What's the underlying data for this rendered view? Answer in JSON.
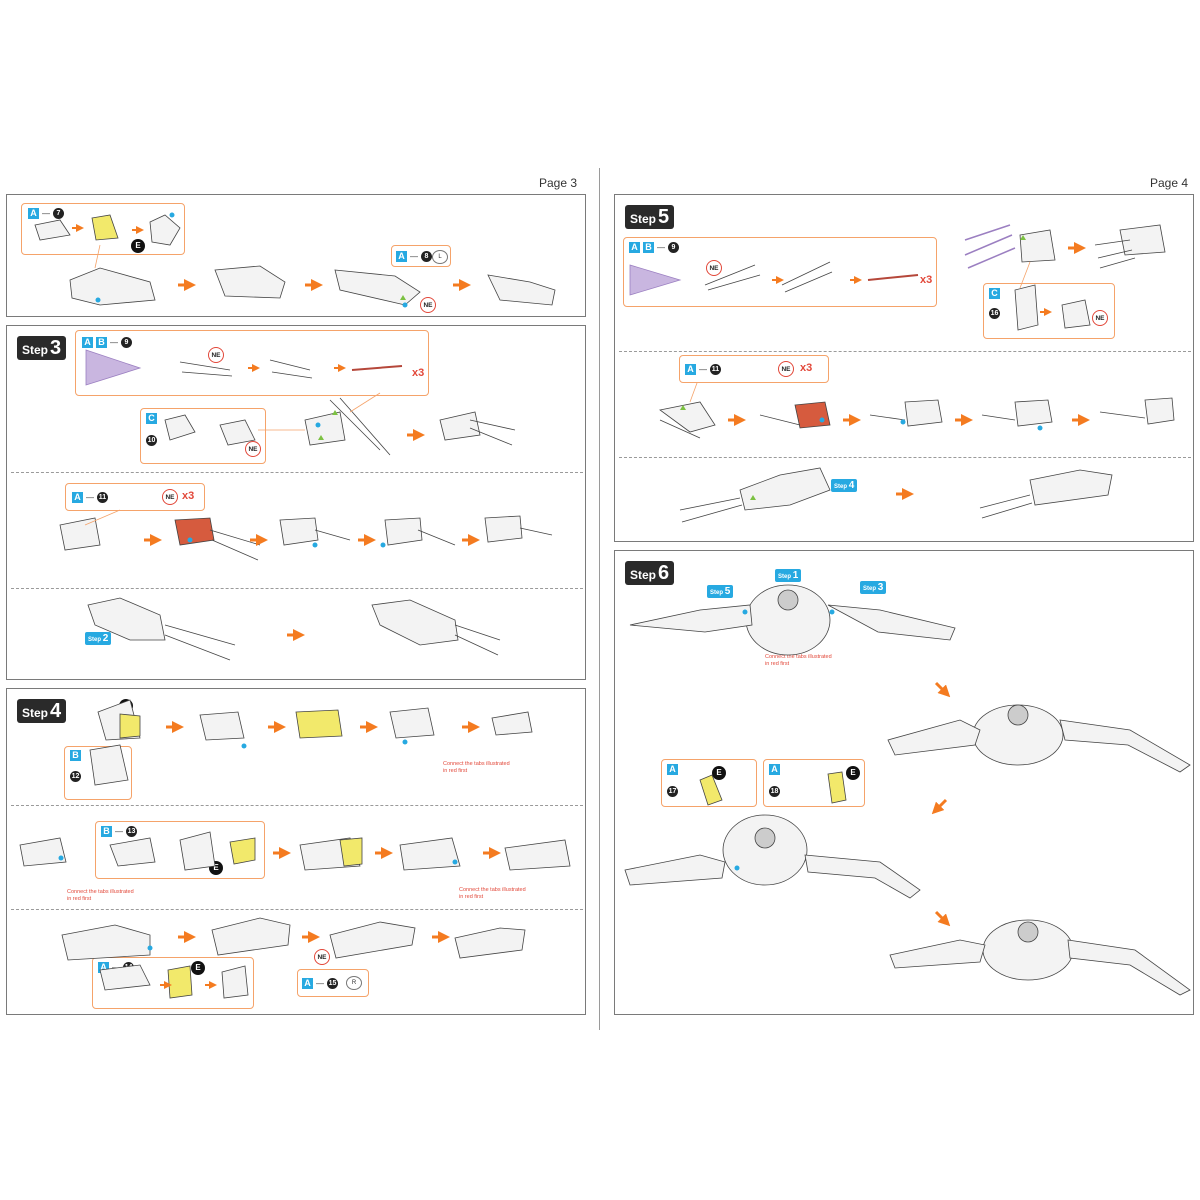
{
  "pages": {
    "left": "Page 3",
    "right": "Page 4"
  },
  "steps": {
    "s3": "3",
    "s4": "4",
    "s5": "5",
    "s6": "6",
    "word": "Step"
  },
  "tags": {
    "A": "A",
    "B": "B",
    "C": "C"
  },
  "nums": {
    "n7": "7",
    "n8": "8",
    "n9": "9",
    "n10": "10",
    "n11": "11",
    "n12": "12",
    "n13": "13",
    "n14": "14",
    "n15": "15",
    "n16": "16",
    "n17": "17",
    "n18": "18"
  },
  "marks": {
    "E": "E",
    "NE": "NE",
    "x3": "x3",
    "L": "L",
    "R": "R"
  },
  "step_refs": {
    "s1": "1",
    "s2": "2",
    "s3": "3",
    "s4": "4",
    "s5": "5"
  },
  "notes": {
    "connect": "Connect the tabs illustrated in red first"
  },
  "colors": {
    "orange": "#f47b20",
    "blue": "#27a9e1",
    "red": "#e2483a",
    "yellow": "#f2e96b",
    "purple": "#9b7fc1"
  }
}
